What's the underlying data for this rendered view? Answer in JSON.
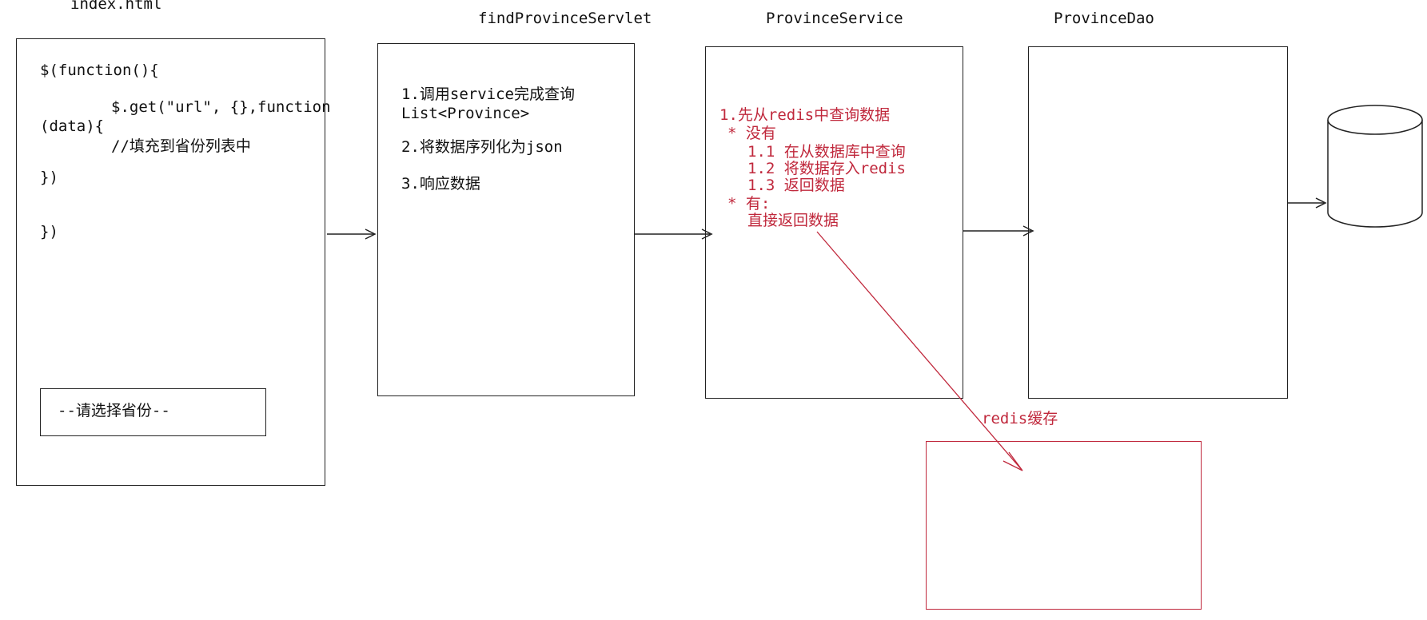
{
  "titles": {
    "index": "index.html",
    "servlet": "findProvinceServlet",
    "service": "ProvinceService",
    "dao": "ProvinceDao",
    "db": "DB",
    "cache": "redis缓存"
  },
  "index_code": {
    "line1": "$(function(){",
    "line2": "$.get(\"url\", {},function",
    "line3": "(data){",
    "line4": "//填充到省份列表中",
    "line5": "})",
    "line6": "})"
  },
  "select": {
    "label": "--请选择省份--"
  },
  "servlet_steps": {
    "step1": "1.调用service完成查询",
    "step1b": "List<Province>",
    "step2": "2.将数据序列化为json",
    "step3": "3.响应数据"
  },
  "service_steps": {
    "l1": "1.先从redis中查询数据",
    "l2": "* 没有",
    "l3": "1.1 在从数据库中查询",
    "l4": "1.2 将数据存入redis",
    "l5": "1.3 返回数据",
    "l6": "* 有:",
    "l7": "直接返回数据"
  },
  "colors": {
    "annotation": "#c0283c",
    "line": "#222222"
  }
}
